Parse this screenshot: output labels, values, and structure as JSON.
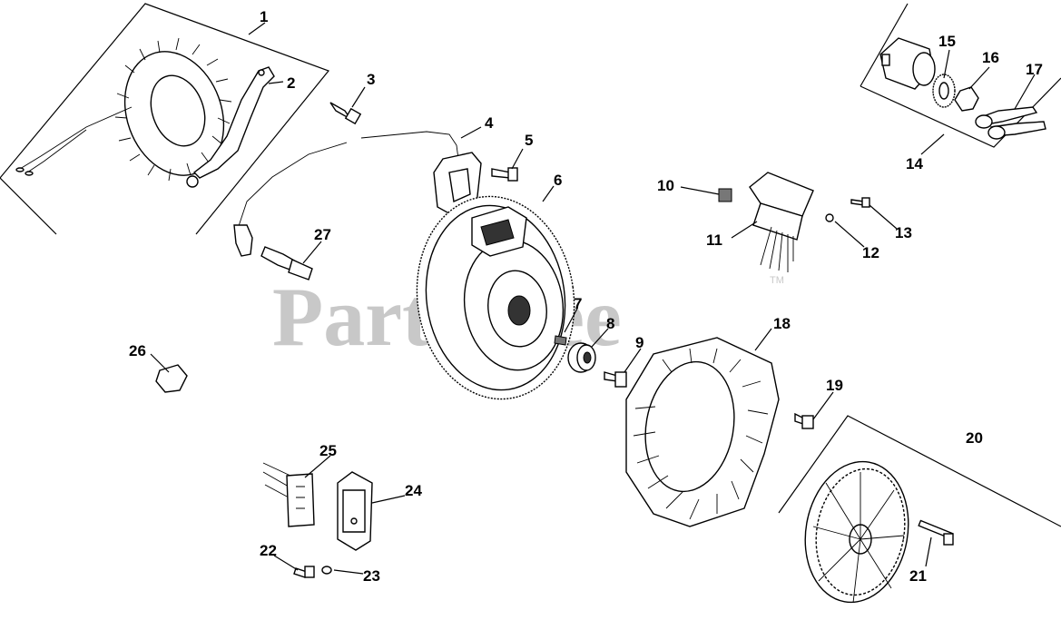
{
  "watermark": {
    "text": "PartsTree",
    "trademark": "TM"
  },
  "callouts": [
    {
      "id": "callout-1",
      "label": "1"
    },
    {
      "id": "callout-2",
      "label": "2"
    },
    {
      "id": "callout-3",
      "label": "3"
    },
    {
      "id": "callout-4",
      "label": "4"
    },
    {
      "id": "callout-5",
      "label": "5"
    },
    {
      "id": "callout-6",
      "label": "6"
    },
    {
      "id": "callout-7",
      "label": "7"
    },
    {
      "id": "callout-8",
      "label": "8"
    },
    {
      "id": "callout-9",
      "label": "9"
    },
    {
      "id": "callout-10",
      "label": "10"
    },
    {
      "id": "callout-11",
      "label": "11"
    },
    {
      "id": "callout-12",
      "label": "12"
    },
    {
      "id": "callout-13",
      "label": "13"
    },
    {
      "id": "callout-14",
      "label": "14"
    },
    {
      "id": "callout-15",
      "label": "15"
    },
    {
      "id": "callout-16",
      "label": "16"
    },
    {
      "id": "callout-17",
      "label": "17"
    },
    {
      "id": "callout-18",
      "label": "18"
    },
    {
      "id": "callout-19",
      "label": "19"
    },
    {
      "id": "callout-20",
      "label": "20"
    },
    {
      "id": "callout-21",
      "label": "21"
    },
    {
      "id": "callout-22",
      "label": "22"
    },
    {
      "id": "callout-23",
      "label": "23"
    },
    {
      "id": "callout-24",
      "label": "24"
    },
    {
      "id": "callout-25",
      "label": "25"
    },
    {
      "id": "callout-26",
      "label": "26"
    },
    {
      "id": "callout-27",
      "label": "27"
    }
  ]
}
